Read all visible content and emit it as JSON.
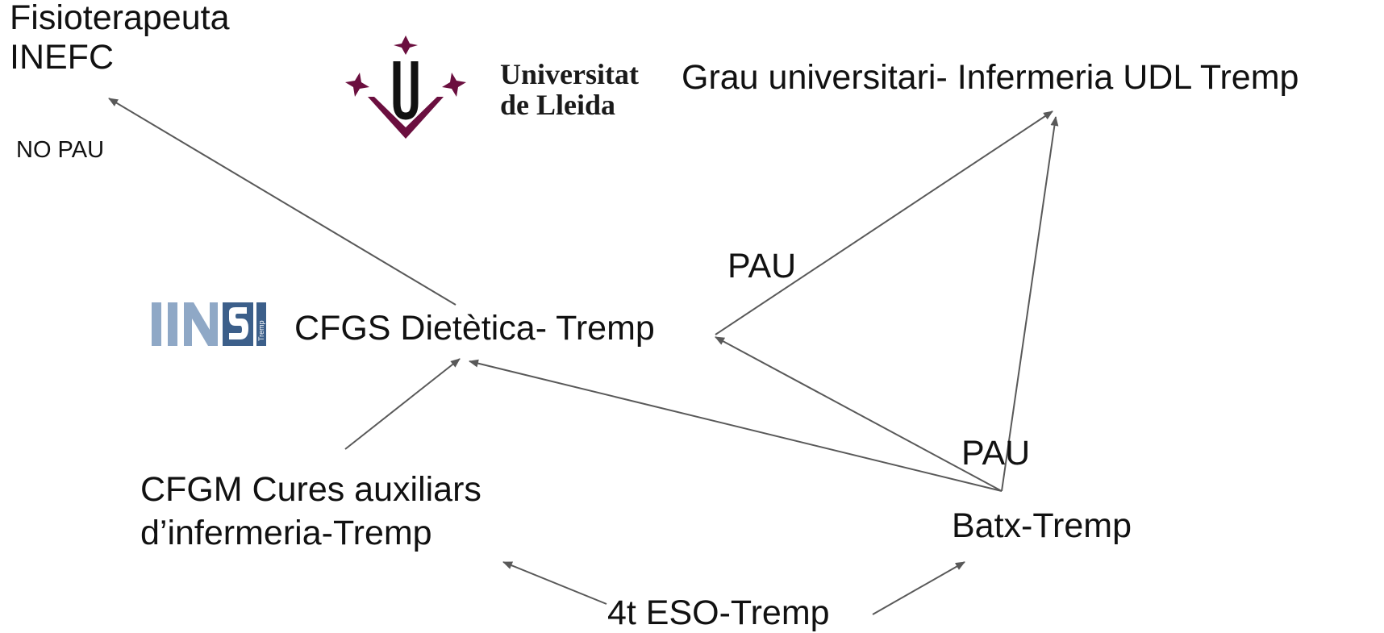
{
  "nodes": {
    "fisio": "Fisioterapeuta\nINEFC",
    "no_pau": "NO PAU",
    "grau": "Grau universitari- Infermeria UDL Tremp",
    "pau_top": "PAU",
    "cfgs": "CFGS Dietètica- Tremp",
    "pau_right": "PAU",
    "cfgm": "CFGM Cures auxiliars\nd’infermeria-Tremp",
    "batx": "Batx-Tremp",
    "eso": "4t ESO-Tremp"
  },
  "logos": {
    "udl": {
      "text": "Universitat\nde Lleida",
      "color": "#6b0f3f",
      "icon": "udl-crest-icon"
    },
    "ins": {
      "text": "INS",
      "subtext": "Tremp",
      "color": "#8fa8c6",
      "dark": "#3c5f8a",
      "icon": "ins-tremp-logo"
    }
  },
  "colors": {
    "arrow": "#595959",
    "text": "#111111"
  },
  "edges": [
    {
      "from": "eso",
      "to": "cfgm"
    },
    {
      "from": "eso",
      "to": "batx"
    },
    {
      "from": "cfgm",
      "to": "cfgs"
    },
    {
      "from": "batx",
      "to": "cfgs"
    },
    {
      "from": "batx",
      "to": "cfgs"
    },
    {
      "from": "batx",
      "to": "grau"
    },
    {
      "from": "cfgs",
      "to": "grau"
    },
    {
      "from": "cfgs",
      "to": "fisio"
    }
  ]
}
